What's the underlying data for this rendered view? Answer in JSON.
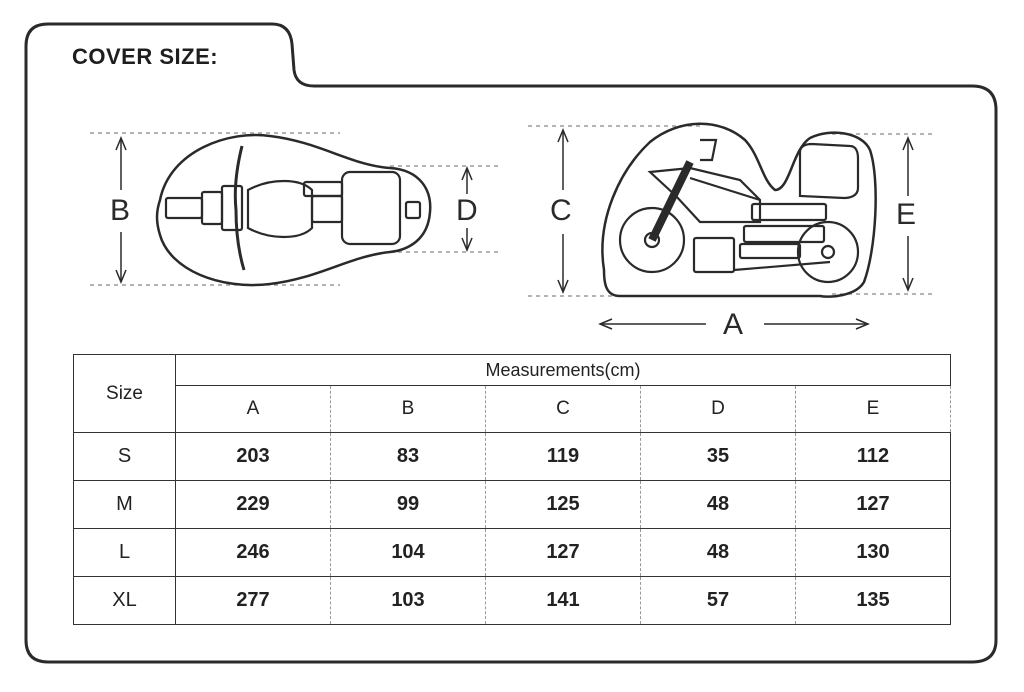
{
  "title": "COVER SIZE:",
  "dimension_labels": {
    "a": "A",
    "b": "B",
    "c": "C",
    "d": "D",
    "e": "E"
  },
  "table": {
    "size_header": "Size",
    "group_header": "Measurements(cm)",
    "columns": [
      "A",
      "B",
      "C",
      "D",
      "E"
    ],
    "rows": [
      {
        "size": "S",
        "values": [
          "203",
          "83",
          "119",
          "35",
          "112"
        ]
      },
      {
        "size": "M",
        "values": [
          "229",
          "99",
          "125",
          "48",
          "127"
        ]
      },
      {
        "size": "L",
        "values": [
          "246",
          "104",
          "127",
          "48",
          "130"
        ]
      },
      {
        "size": "XL",
        "values": [
          "277",
          "103",
          "141",
          "57",
          "135"
        ]
      }
    ]
  },
  "colors": {
    "line": "#2a2a2a",
    "dashed": "#777777",
    "fill": "#ffffff"
  }
}
